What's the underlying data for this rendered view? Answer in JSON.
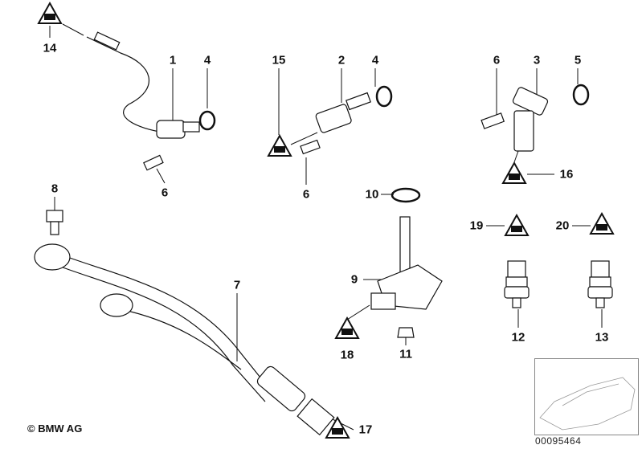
{
  "labels": {
    "p14": "14",
    "p1": "1",
    "p4a": "4",
    "p6a": "6",
    "p15": "15",
    "p2": "2",
    "p4b": "4",
    "p6b": "6",
    "p6c": "6",
    "p3": "3",
    "p5": "5",
    "p16": "16",
    "p8": "8",
    "p7": "7",
    "p17": "17",
    "p10": "10",
    "p9": "9",
    "p18": "18",
    "p11": "11",
    "p19": "19",
    "p20": "20",
    "p12": "12",
    "p13": "13"
  },
  "copyright": "© BMW AG",
  "diagram_code": "00095464"
}
